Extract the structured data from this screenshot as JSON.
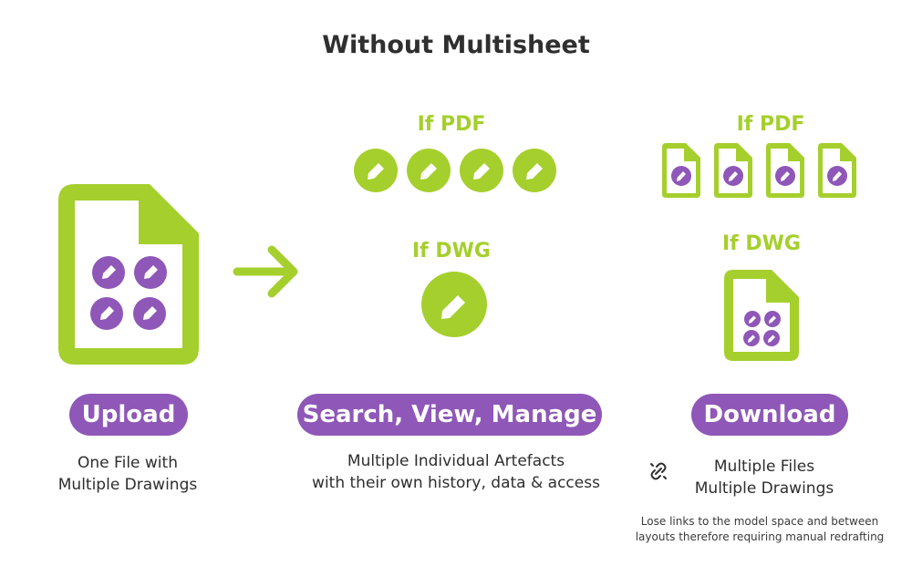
{
  "title": "Without Multisheet",
  "upload": {
    "pill_label": "Upload",
    "caption_line1": "One File with",
    "caption_line2": "Multiple Drawings"
  },
  "middle": {
    "pdf_label": "If PDF",
    "dwg_label": "If DWG",
    "pill_label": "Search, View, Manage",
    "caption_line1": "Multiple Individual Artefacts",
    "caption_line2": "with their own history, data & access"
  },
  "download": {
    "pdf_label": "If PDF",
    "dwg_label": "If DWG",
    "pill_label": "Download",
    "caption_line1": "Multiple Files",
    "caption_line2": "Multiple Drawings",
    "note_line1": "Lose links to the model space and between",
    "note_line2": "layouts therefore requiring manual redrafting"
  },
  "colors": {
    "green": "#a5cf2c",
    "purple": "#8e57b8",
    "text": "#2e2e2e"
  },
  "icons": [
    "document-icon",
    "pencil-icon",
    "arrow-right-icon",
    "broken-link-icon"
  ]
}
